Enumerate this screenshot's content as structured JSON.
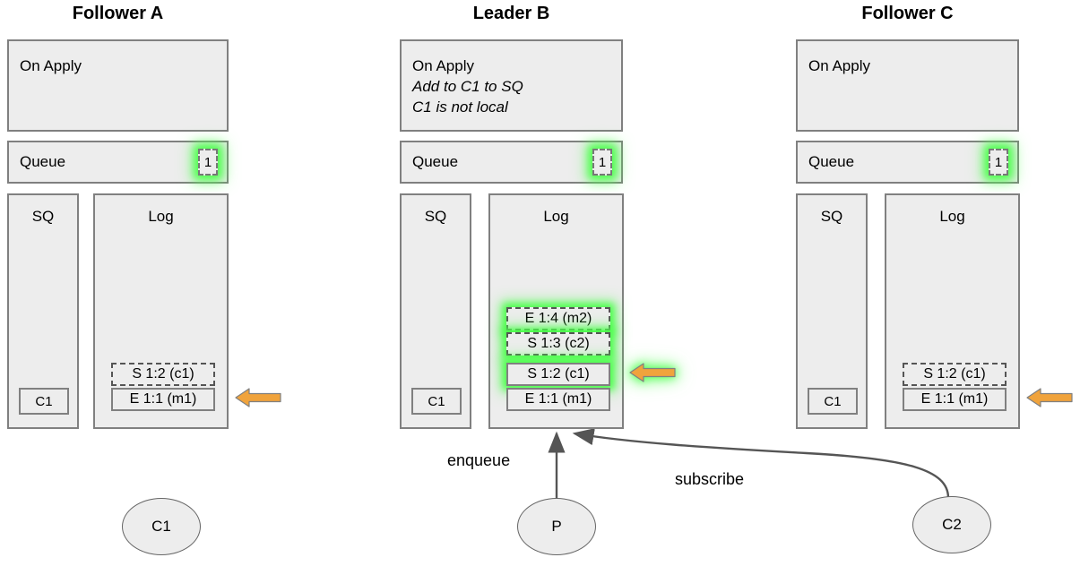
{
  "diagram": {
    "title_note": "Raft replicated log / queue subscription state diagram",
    "colors": {
      "panel_fill": "#ededed",
      "panel_border": "#808080",
      "glow_green": "#4dff4d",
      "arrow_orange": "#f0a33c",
      "arrow_orange_border": "#808080",
      "edge_gray": "#555555"
    }
  },
  "nodes": [
    {
      "id": "follower-a",
      "title": "Follower A",
      "on_apply": {
        "lines": [
          {
            "text": "On Apply",
            "italic": false
          },
          {
            "text": "",
            "italic": true
          },
          {
            "text": "",
            "italic": true
          }
        ]
      },
      "queue": {
        "label": "Queue",
        "badge": "1",
        "badge_glow": true
      },
      "sq": {
        "label": "SQ",
        "items": [
          "C1"
        ]
      },
      "log": {
        "label": "Log",
        "entries": [
          {
            "text": "S 1:2 (c1)",
            "style": "dashed",
            "glow": false
          },
          {
            "text": "E 1:1 (m1)",
            "style": "solid",
            "glow": false
          }
        ]
      },
      "cursor_arrow": {
        "present": true,
        "glow": false,
        "points_to": "E 1:1 (m1)"
      }
    },
    {
      "id": "leader-b",
      "title": "Leader B",
      "on_apply": {
        "lines": [
          {
            "text": "On Apply",
            "italic": false
          },
          {
            "text": "Add to C1 to SQ",
            "italic": true
          },
          {
            "text": "C1 is not local",
            "italic": true
          }
        ]
      },
      "queue": {
        "label": "Queue",
        "badge": "1",
        "badge_glow": true
      },
      "sq": {
        "label": "SQ",
        "items": [
          "C1"
        ]
      },
      "log": {
        "label": "Log",
        "entries": [
          {
            "text": "E 1:4 (m2)",
            "style": "dashed",
            "glow": true
          },
          {
            "text": "S 1:3 (c2)",
            "style": "dashed",
            "glow": true
          },
          {
            "text": "S 1:2 (c1)",
            "style": "solid",
            "glow": true
          },
          {
            "text": "E 1:1 (m1)",
            "style": "solid",
            "glow": false
          }
        ]
      },
      "cursor_arrow": {
        "present": true,
        "glow": true,
        "points_to": "S 1:2 (c1)"
      }
    },
    {
      "id": "follower-c",
      "title": "Follower C",
      "on_apply": {
        "lines": [
          {
            "text": "On Apply",
            "italic": false
          },
          {
            "text": "",
            "italic": true
          },
          {
            "text": "",
            "italic": true
          }
        ]
      },
      "queue": {
        "label": "Queue",
        "badge": "1",
        "badge_glow": true
      },
      "sq": {
        "label": "SQ",
        "items": [
          "C1"
        ]
      },
      "log": {
        "label": "Log",
        "entries": [
          {
            "text": "S 1:2 (c1)",
            "style": "dashed",
            "glow": false
          },
          {
            "text": "E 1:1 (m1)",
            "style": "solid",
            "glow": false
          }
        ]
      },
      "cursor_arrow": {
        "present": true,
        "glow": false,
        "points_to": "E 1:1 (m1)"
      }
    }
  ],
  "clients": [
    {
      "id": "client-c1",
      "label": "C1"
    },
    {
      "id": "producer-p",
      "label": "P"
    },
    {
      "id": "client-c2",
      "label": "C2"
    }
  ],
  "edges": [
    {
      "id": "edge-enqueue",
      "label": "enqueue",
      "from": "P",
      "to": "Leader B Log"
    },
    {
      "id": "edge-subscribe",
      "label": "subscribe",
      "from": "C2",
      "to": "Leader B Log"
    }
  ]
}
